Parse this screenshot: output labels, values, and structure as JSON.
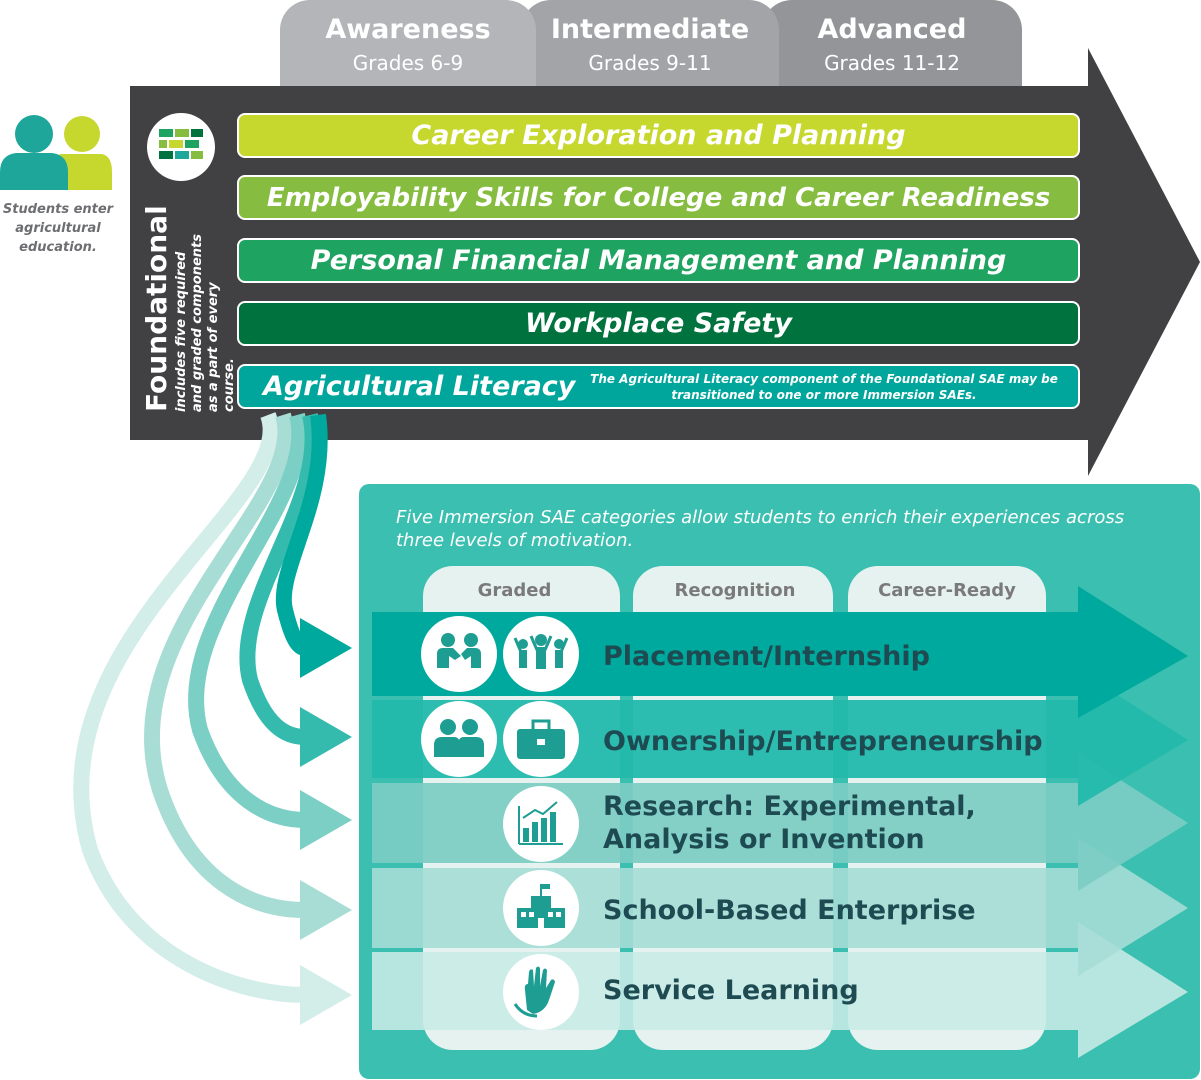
{
  "levels": [
    {
      "title": "Awareness",
      "grades": "Grades 6-9"
    },
    {
      "title": "Intermediate",
      "grades": "Grades 9-11"
    },
    {
      "title": "Advanced",
      "grades": "Grades 11-12"
    }
  ],
  "students_note": "Students enter agricultural education.",
  "foundational": {
    "title": "Foundational",
    "subtitle": "includes five required and graded components as a part of every course.",
    "components": [
      {
        "label": "Career Exploration and Planning",
        "color": "#c6d72e"
      },
      {
        "label": "Employability Skills for College and Career Readiness",
        "color": "#86bd40"
      },
      {
        "label": "Personal Financial Management and Planning",
        "color": "#1ea361"
      },
      {
        "label": "Workplace Safety",
        "color": "#00723e"
      },
      {
        "label": "Agricultural Literacy",
        "color": "#00a69c"
      }
    ],
    "ag_literacy_note": "The Agricultural Literacy component of the Foundational SAE may be transitioned to one or more Immersion SAEs."
  },
  "immersion": {
    "intro": "Five Immersion SAE categories allow students to enrich their experiences across three levels of motivation.",
    "motivation_levels": [
      "Graded",
      "Recognition",
      "Career-Ready"
    ],
    "categories": [
      {
        "label": "Placement/Internship",
        "icons": [
          "handshake-icon",
          "team-icon"
        ]
      },
      {
        "label": "Ownership/Entrepreneurship",
        "icons": [
          "business-people-icon",
          "briefcase-icon"
        ]
      },
      {
        "label": "Research: Experimental, Analysis or Invention",
        "icons": [
          "bar-chart-icon"
        ]
      },
      {
        "label": "School-Based Enterprise",
        "icons": [
          "school-building-icon"
        ]
      },
      {
        "label": "Service Learning",
        "icons": [
          "helping-hand-icon"
        ]
      }
    ]
  },
  "colors": {
    "dark_arrow": "#414042",
    "tab_gray": "#a7a9ac",
    "teal_panel": "#3bbfb0",
    "teal_dark": "#00a79d"
  }
}
